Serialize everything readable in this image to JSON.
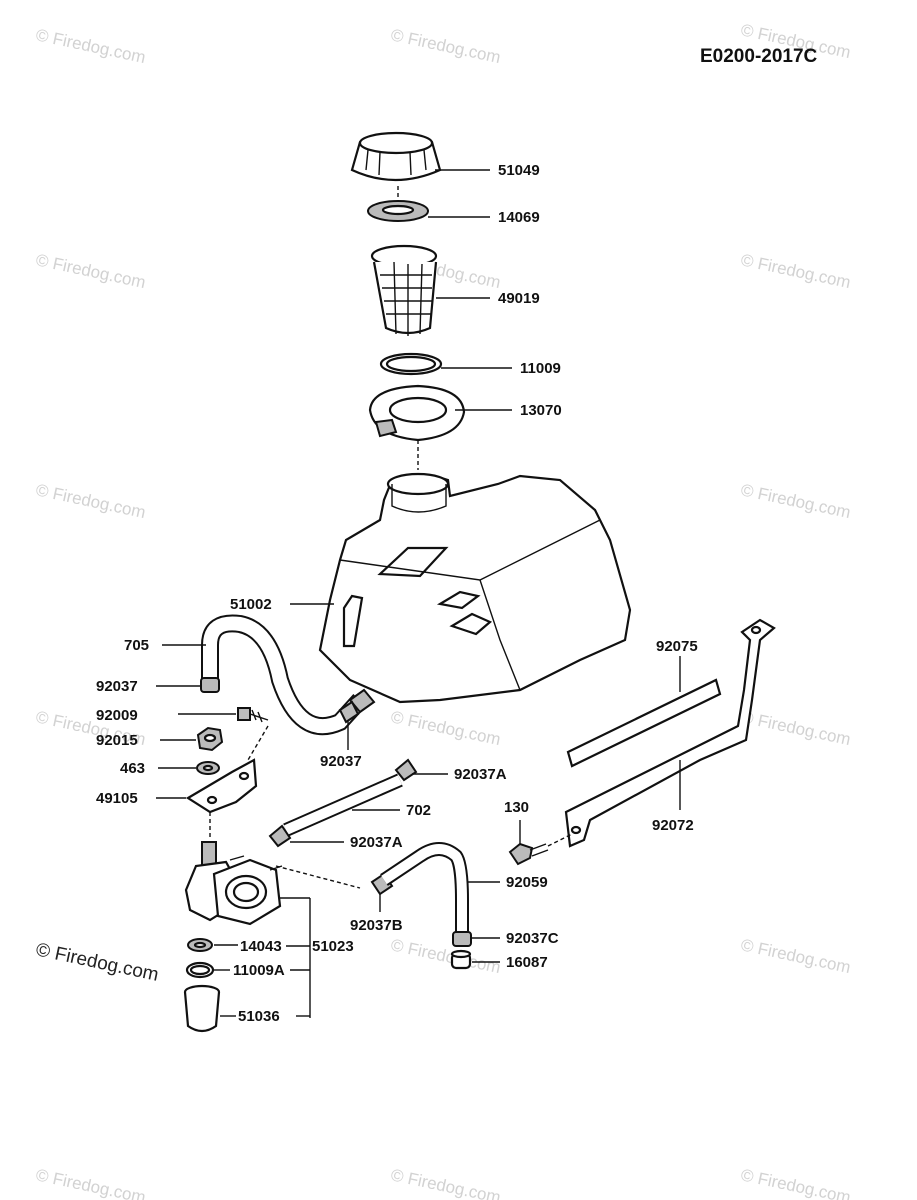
{
  "diagram_code": "E0200-2017C",
  "watermark": "© Firedog.com",
  "labels": {
    "p51049": "51049",
    "p14069": "14069",
    "p49019": "49019",
    "p11009": "11009",
    "p13070": "13070",
    "p51002": "51002",
    "p705": "705",
    "p92037": "92037",
    "p92009": "92009",
    "p92015": "92015",
    "p463": "463",
    "p49105": "49105",
    "p92037_b": "92037",
    "p92037A_1": "92037A",
    "p702": "702",
    "p92037A_2": "92037A",
    "p92037B": "92037B",
    "p14043": "14043",
    "p51023": "51023",
    "p11009A": "11009A",
    "p51036": "51036",
    "p92075": "92075",
    "p130": "130",
    "p92072": "92072",
    "p92059": "92059",
    "p92037C": "92037C",
    "p16087": "16087"
  }
}
